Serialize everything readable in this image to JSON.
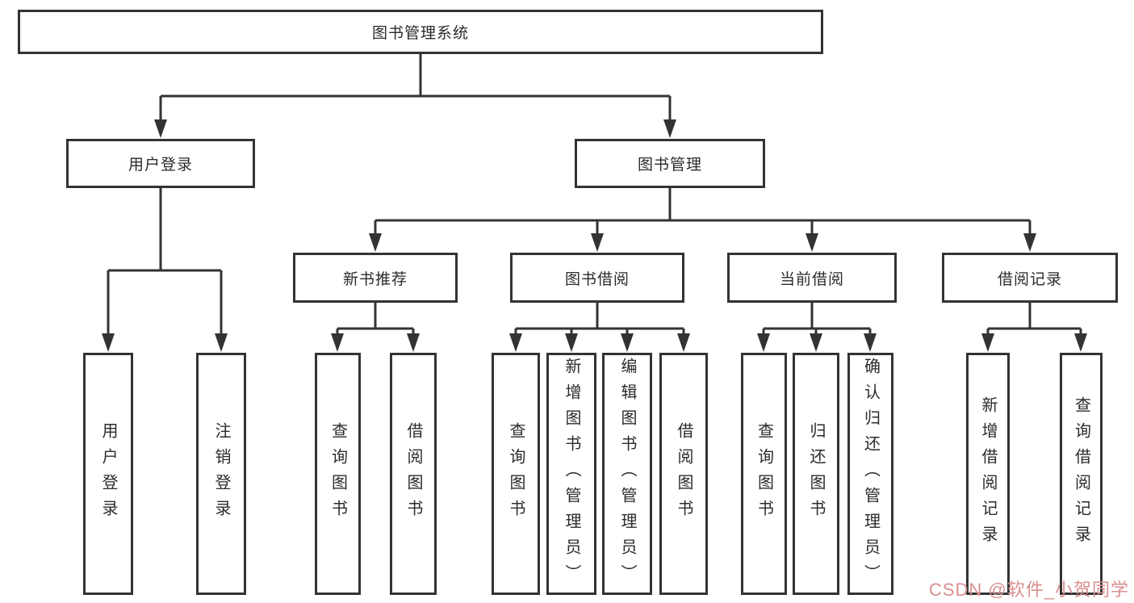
{
  "page": {
    "background": "#ffffff",
    "line_color": "#333333",
    "text_color": "#2b2b2b"
  },
  "watermark": {
    "text": "CSDN @软件_小贺同学",
    "color": "#d98f8f"
  },
  "tree": {
    "root": {
      "label": "图书管理系统"
    },
    "branches": [
      {
        "label": "用户登录",
        "children": [
          {
            "label": "用户登录"
          },
          {
            "label": "注销登录"
          }
        ]
      },
      {
        "label": "图书管理",
        "children": [
          {
            "label": "新书推荐",
            "children": [
              {
                "label": "查询图书"
              },
              {
                "label": "借阅图书"
              }
            ]
          },
          {
            "label": "图书借阅",
            "children": [
              {
                "label": "查询图书"
              },
              {
                "label": "新增图书（管理员）"
              },
              {
                "label": "编辑图书（管理员）"
              },
              {
                "label": "借阅图书"
              }
            ]
          },
          {
            "label": "当前借阅",
            "children": [
              {
                "label": "查询图书"
              },
              {
                "label": "归还图书"
              },
              {
                "label": "确认归还（管理员）"
              }
            ]
          },
          {
            "label": "借阅记录",
            "children": [
              {
                "label": "新增借阅记录"
              },
              {
                "label": "查询借阅记录"
              }
            ]
          }
        ]
      }
    ]
  }
}
